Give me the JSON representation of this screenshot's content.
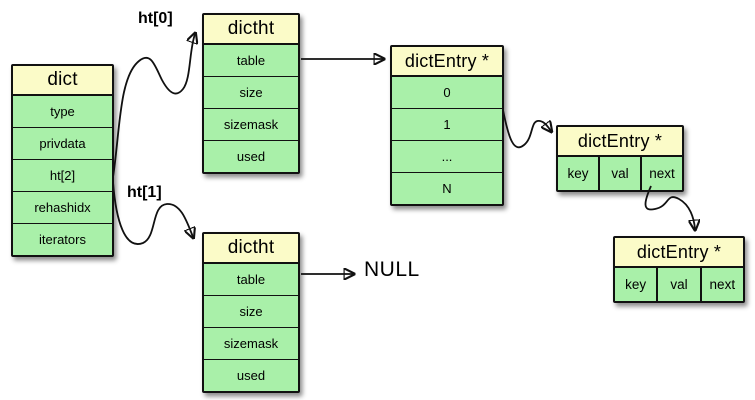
{
  "diagram": {
    "labels": {
      "ht0": "ht[0]",
      "ht1": "ht[1]",
      "null_value": "NULL"
    },
    "colors": {
      "header_bg": "#fbfbc8",
      "cell_bg": "#a9f0a9",
      "border": "#111111",
      "background": "#ffffff"
    },
    "boxes": {
      "dict": {
        "title": "dict",
        "rows": [
          "type",
          "privdata",
          "ht[2]",
          "rehashidx",
          "iterators"
        ]
      },
      "dictht_top": {
        "title": "dictht",
        "rows": [
          "table",
          "size",
          "sizemask",
          "used"
        ]
      },
      "dictht_bottom": {
        "title": "dictht",
        "rows": [
          "table",
          "size",
          "sizemask",
          "used"
        ]
      },
      "dict_entry_array": {
        "title": "dictEntry *",
        "rows": [
          "0",
          "1",
          "...",
          "N"
        ]
      },
      "dict_entry_1": {
        "title": "dictEntry *",
        "cells": [
          "key",
          "val",
          "next"
        ]
      },
      "dict_entry_2": {
        "title": "dictEntry *",
        "cells": [
          "key",
          "val",
          "next"
        ]
      }
    }
  }
}
